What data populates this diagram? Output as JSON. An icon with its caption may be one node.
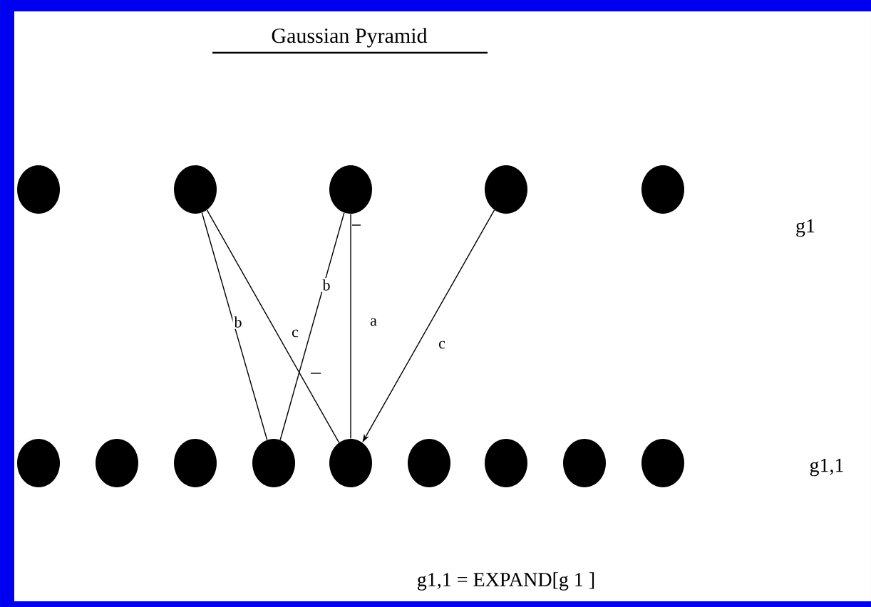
{
  "diagram": {
    "title": "Gaussian Pyramid",
    "nodes": [
      {
        "text": [],
        "shape": "circle"
      },
      {
        "text": [],
        "shape": "circle"
      },
      {
        "text": [],
        "shape": "circle"
      },
      {
        "text": [],
        "shape": "circle"
      },
      {
        "text": [],
        "shape": "circle"
      },
      {
        "text": [],
        "shape": "circle"
      },
      {
        "text": [],
        "shape": "circle"
      },
      {
        "text": [],
        "shape": "circle"
      },
      {
        "text": [],
        "shape": "circle"
      },
      {
        "text": [],
        "shape": "circle"
      },
      {
        "text": [],
        "shape": "circle"
      },
      {
        "text": [],
        "shape": "circle"
      },
      {
        "text": [],
        "shape": "circle"
      },
      {
        "text": [],
        "shape": "circle"
      }
    ],
    "edges": [
      {
        "from": 1,
        "to": 8,
        "arrow": "none",
        "label": "b"
      },
      {
        "from": 1,
        "to": 9,
        "arrow": "none",
        "label": "c"
      },
      {
        "from": 2,
        "to": 8,
        "arrow": "none",
        "label": "b"
      },
      {
        "from": 2,
        "to": 9,
        "arrow": "none",
        "label": "a"
      },
      {
        "from": 3,
        "to": 9,
        "arrow": "to",
        "label": "c"
      }
    ],
    "labels": [
      "g1",
      "g1,1",
      "g1,1 = EXPAND[g 1 ]"
    ]
  }
}
